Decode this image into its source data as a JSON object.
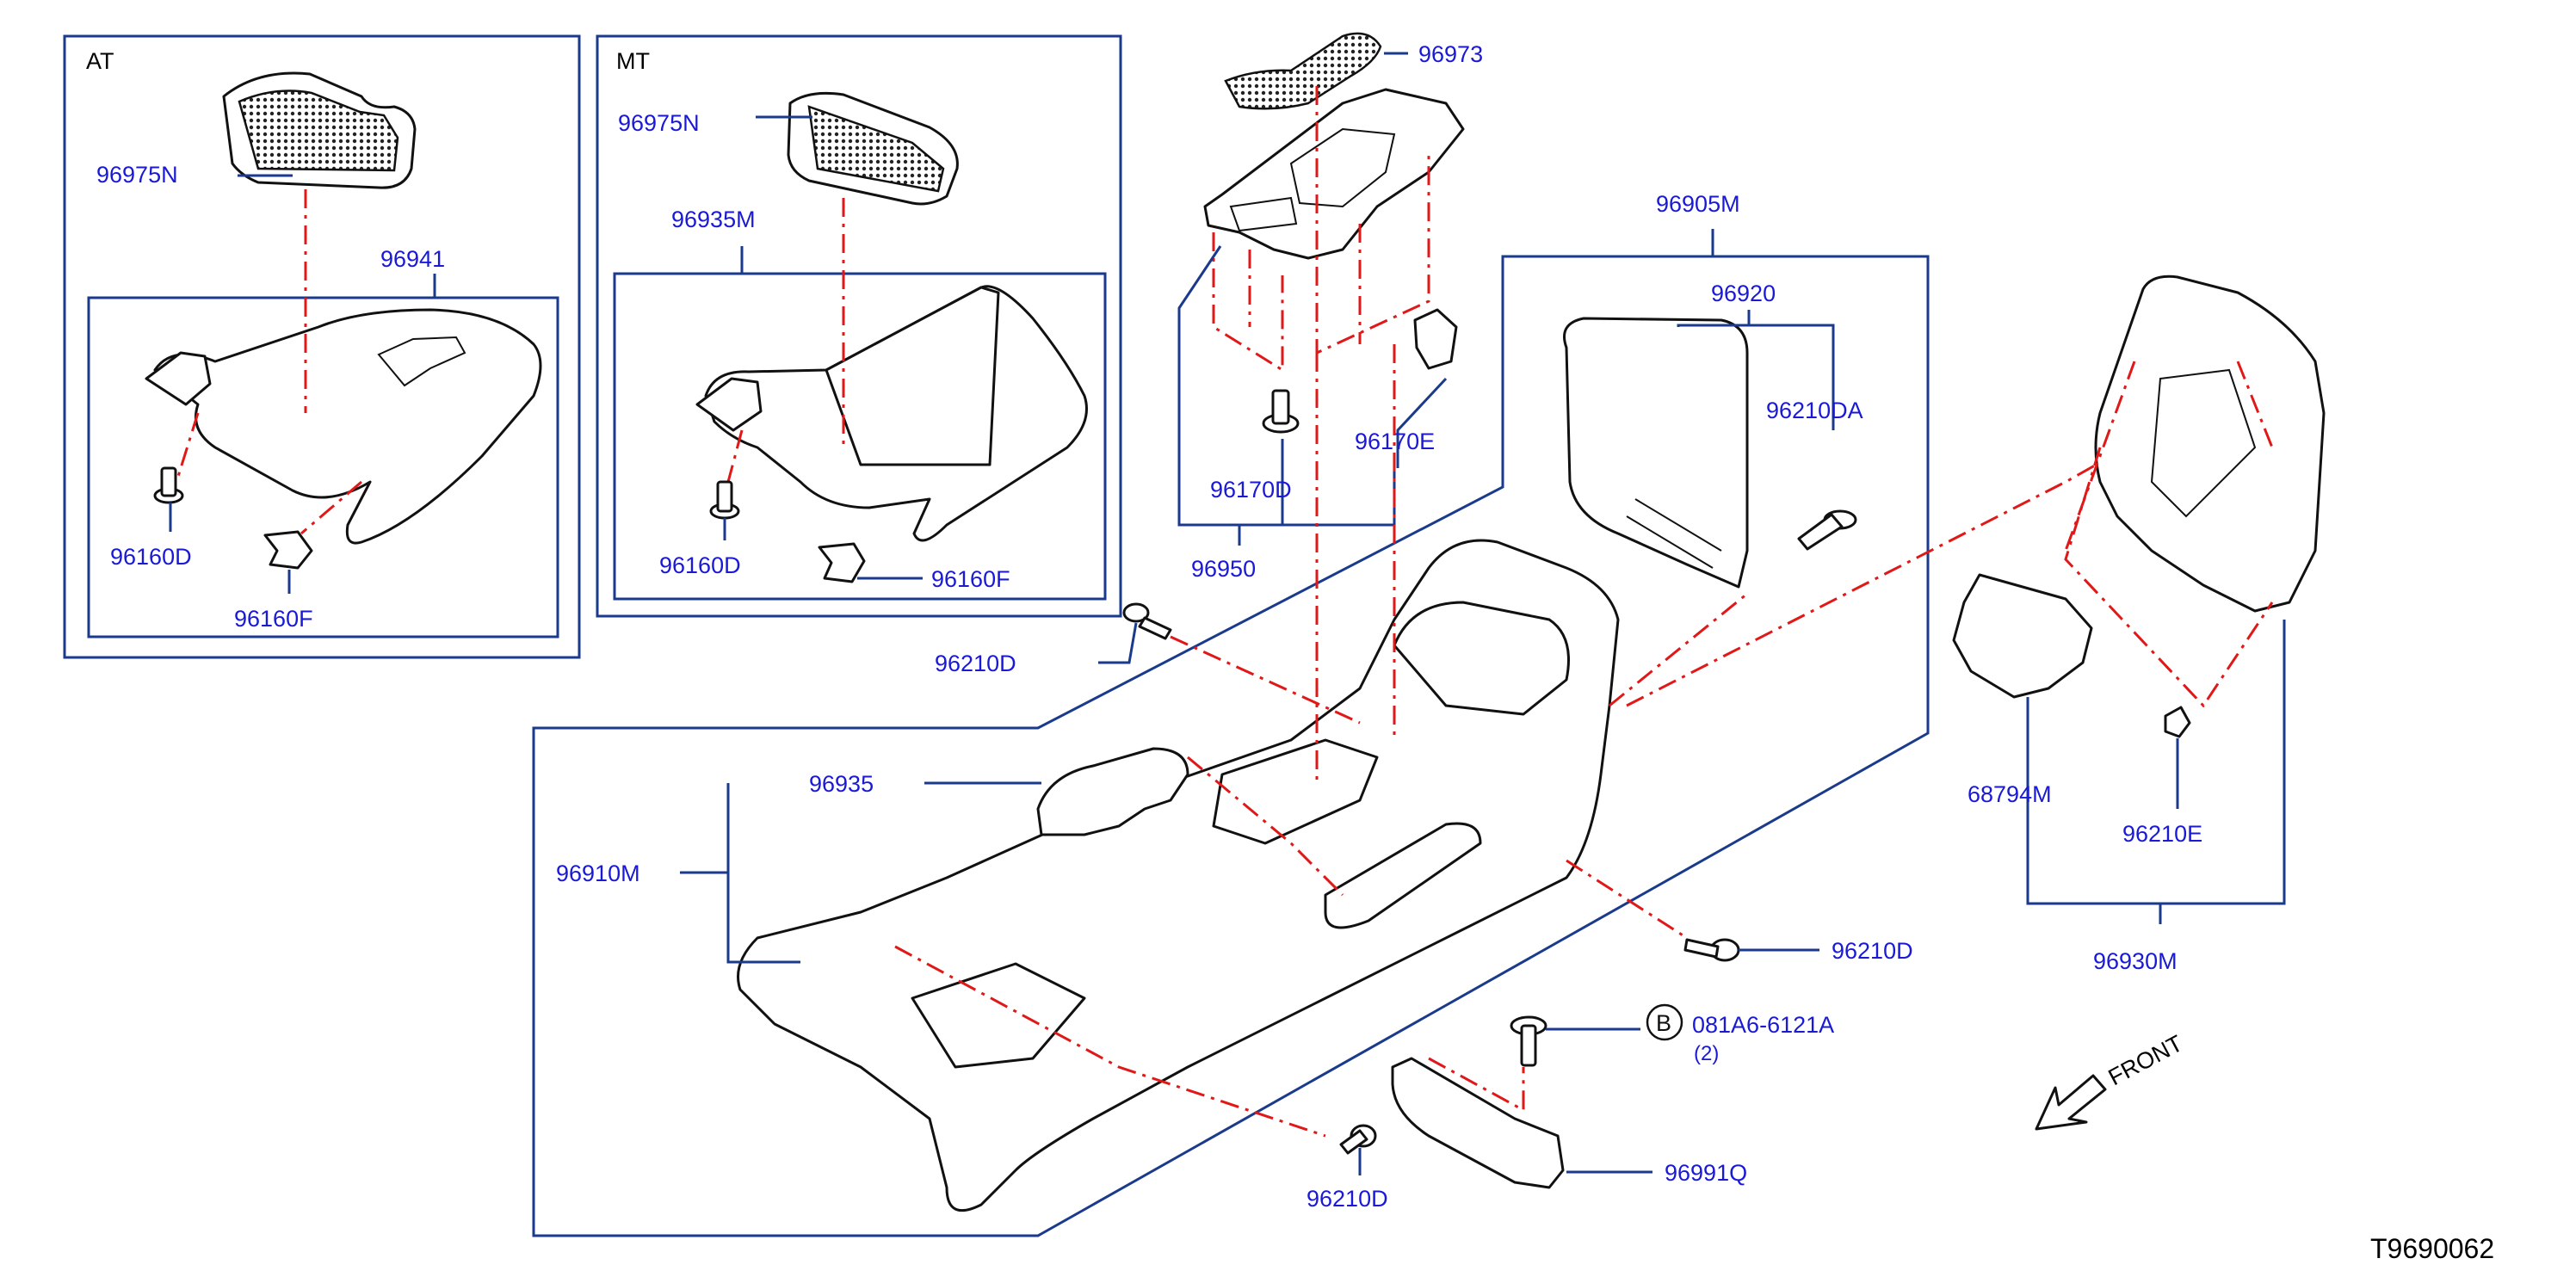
{
  "diagram": {
    "code": "T9690062",
    "front_label": "FRONT",
    "colors": {
      "label": "#1a1ad6",
      "frame": "#1a3a8c",
      "dash": "#e01818",
      "part": "#111111"
    },
    "boxes": {
      "at": {
        "title": "AT"
      },
      "mt": {
        "title": "MT"
      }
    },
    "labels": {
      "at_96975N": "96975N",
      "at_96941": "96941",
      "at_96160D": "96160D",
      "at_96160F": "96160F",
      "mt_96975N": "96975N",
      "mt_96935M": "96935M",
      "mt_96160D": "96160D",
      "mt_96160F": "96160F",
      "p96973": "96973",
      "p96170D": "96170D",
      "p96170E": "96170E",
      "p96950": "96950",
      "p96905M": "96905M",
      "p96920": "96920",
      "p96210DA": "96210DA",
      "p96210D_a": "96210D",
      "p96935": "96935",
      "p96910M": "96910M",
      "p96210D_b": "96210D",
      "p081A6": "081A6-6121A",
      "p081A6_qty": "(2)",
      "p081A6_mark": "B",
      "p96210D_c": "96210D",
      "p96991Q": "96991Q",
      "p68794M": "68794M",
      "p96210E": "96210E",
      "p96930M": "96930M"
    }
  }
}
